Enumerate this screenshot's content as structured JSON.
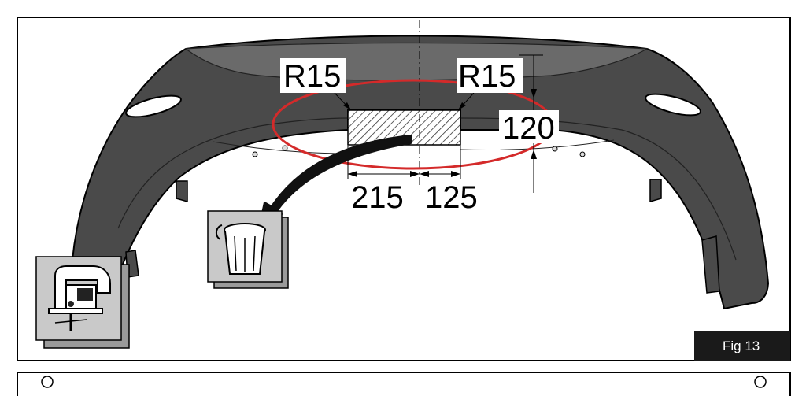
{
  "figure": {
    "label": "Fig 13"
  },
  "dimensions": {
    "radius_left": "R15",
    "radius_right": "R15",
    "height": "120",
    "width_left": "215",
    "width_right": "125"
  },
  "colors": {
    "bumper_fill": "#4a4a4a",
    "bumper_highlight": "#6a6a6a",
    "ellipse": "#d42a2a",
    "icon_tile": "#c9c9c9",
    "label_bg": "#1a1a1a"
  },
  "icons": {
    "jigsaw": "jigsaw-tool-icon",
    "bin": "waste-bin-icon"
  }
}
